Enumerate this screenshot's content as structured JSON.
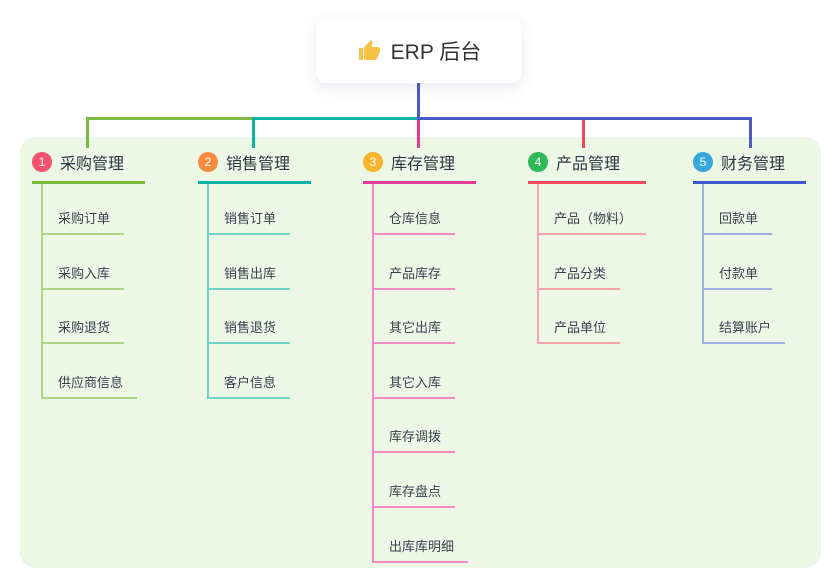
{
  "root": {
    "label": "ERP 后台",
    "icon": "thumbs-up-icon"
  },
  "colors": {
    "panel_bg": "#ecf7e6",
    "connector_blue": "#4a5bc8",
    "card_text": "#333333",
    "thumb_yellow": "#f7c244"
  },
  "branches": [
    {
      "index": "1",
      "label": "采购管理",
      "badge_color": "#f4516c",
      "accent": "#7cb93e",
      "light": "#aed687",
      "children": [
        "采购订单",
        "采购入库",
        "采购退货",
        "供应商信息"
      ]
    },
    {
      "index": "2",
      "label": "销售管理",
      "badge_color": "#f98b3c",
      "accent": "#0ab3a9",
      "light": "#70d2c9",
      "children": [
        "销售订单",
        "销售出库",
        "销售退货",
        "客户信息"
      ]
    },
    {
      "index": "3",
      "label": "库存管理",
      "badge_color": "#f7b32b",
      "accent": "#e23a96",
      "light": "#f28cc0",
      "children": [
        "仓库信息",
        "产品库存",
        "其它出库",
        "其它入库",
        "库存调拨",
        "库存盘点",
        "出库库明细"
      ]
    },
    {
      "index": "4",
      "label": "产品管理",
      "badge_color": "#2fb857",
      "accent": "#f4495c",
      "light": "#f8a2a7",
      "children": [
        "产品（物料）",
        "产品分类",
        "产品单位"
      ]
    },
    {
      "index": "5",
      "label": "财务管理",
      "badge_color": "#36a6dd",
      "accent": "#3f58cf",
      "light": "#9cadde",
      "children": [
        "回款单",
        "付款单",
        "结算账户"
      ]
    }
  ]
}
